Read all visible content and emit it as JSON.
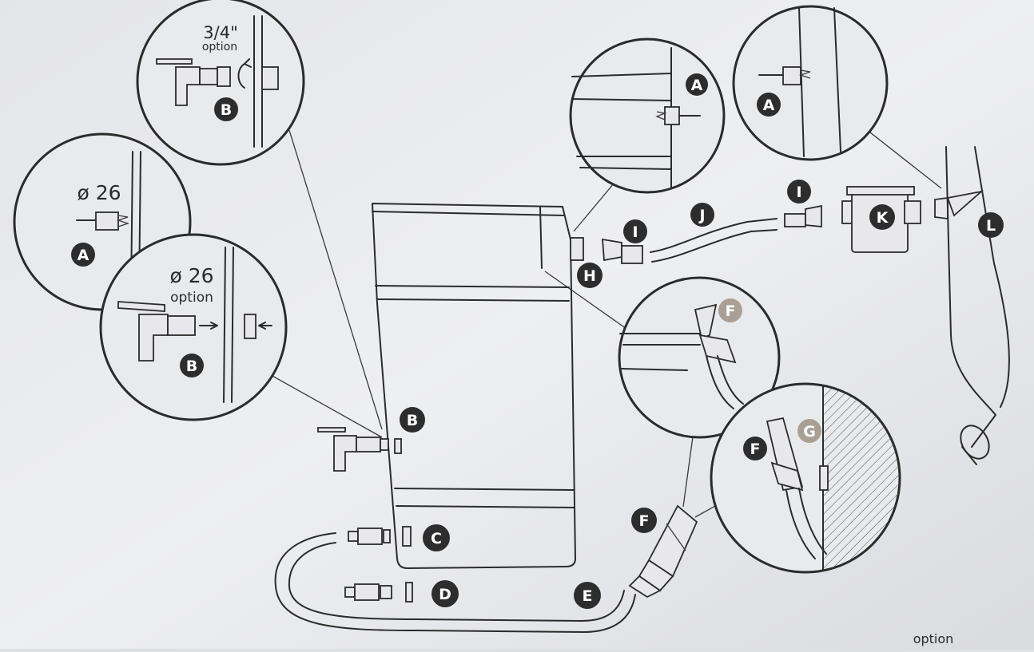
{
  "labels": {
    "a1": "A",
    "a2": "A",
    "a3": "A",
    "b1": "B",
    "b2": "B",
    "b3": "B",
    "c": "C",
    "d": "D",
    "e": "E",
    "f1": "F",
    "f2": "F",
    "f3": "F",
    "g": "G",
    "h": "H",
    "i1": "I",
    "i2": "I",
    "j": "J",
    "k": "K",
    "l": "L"
  },
  "notes": {
    "size_34": "3/4\"",
    "option_34": "option",
    "diam_a": "ø 26",
    "diam_b": "ø 26",
    "option_b": "option",
    "option_corner": "option"
  },
  "colors": {
    "paper": "#e9eaec",
    "ink": "#2b2b2b",
    "badge_dark": "#2d2d2d",
    "badge_light": "#a99f94"
  }
}
